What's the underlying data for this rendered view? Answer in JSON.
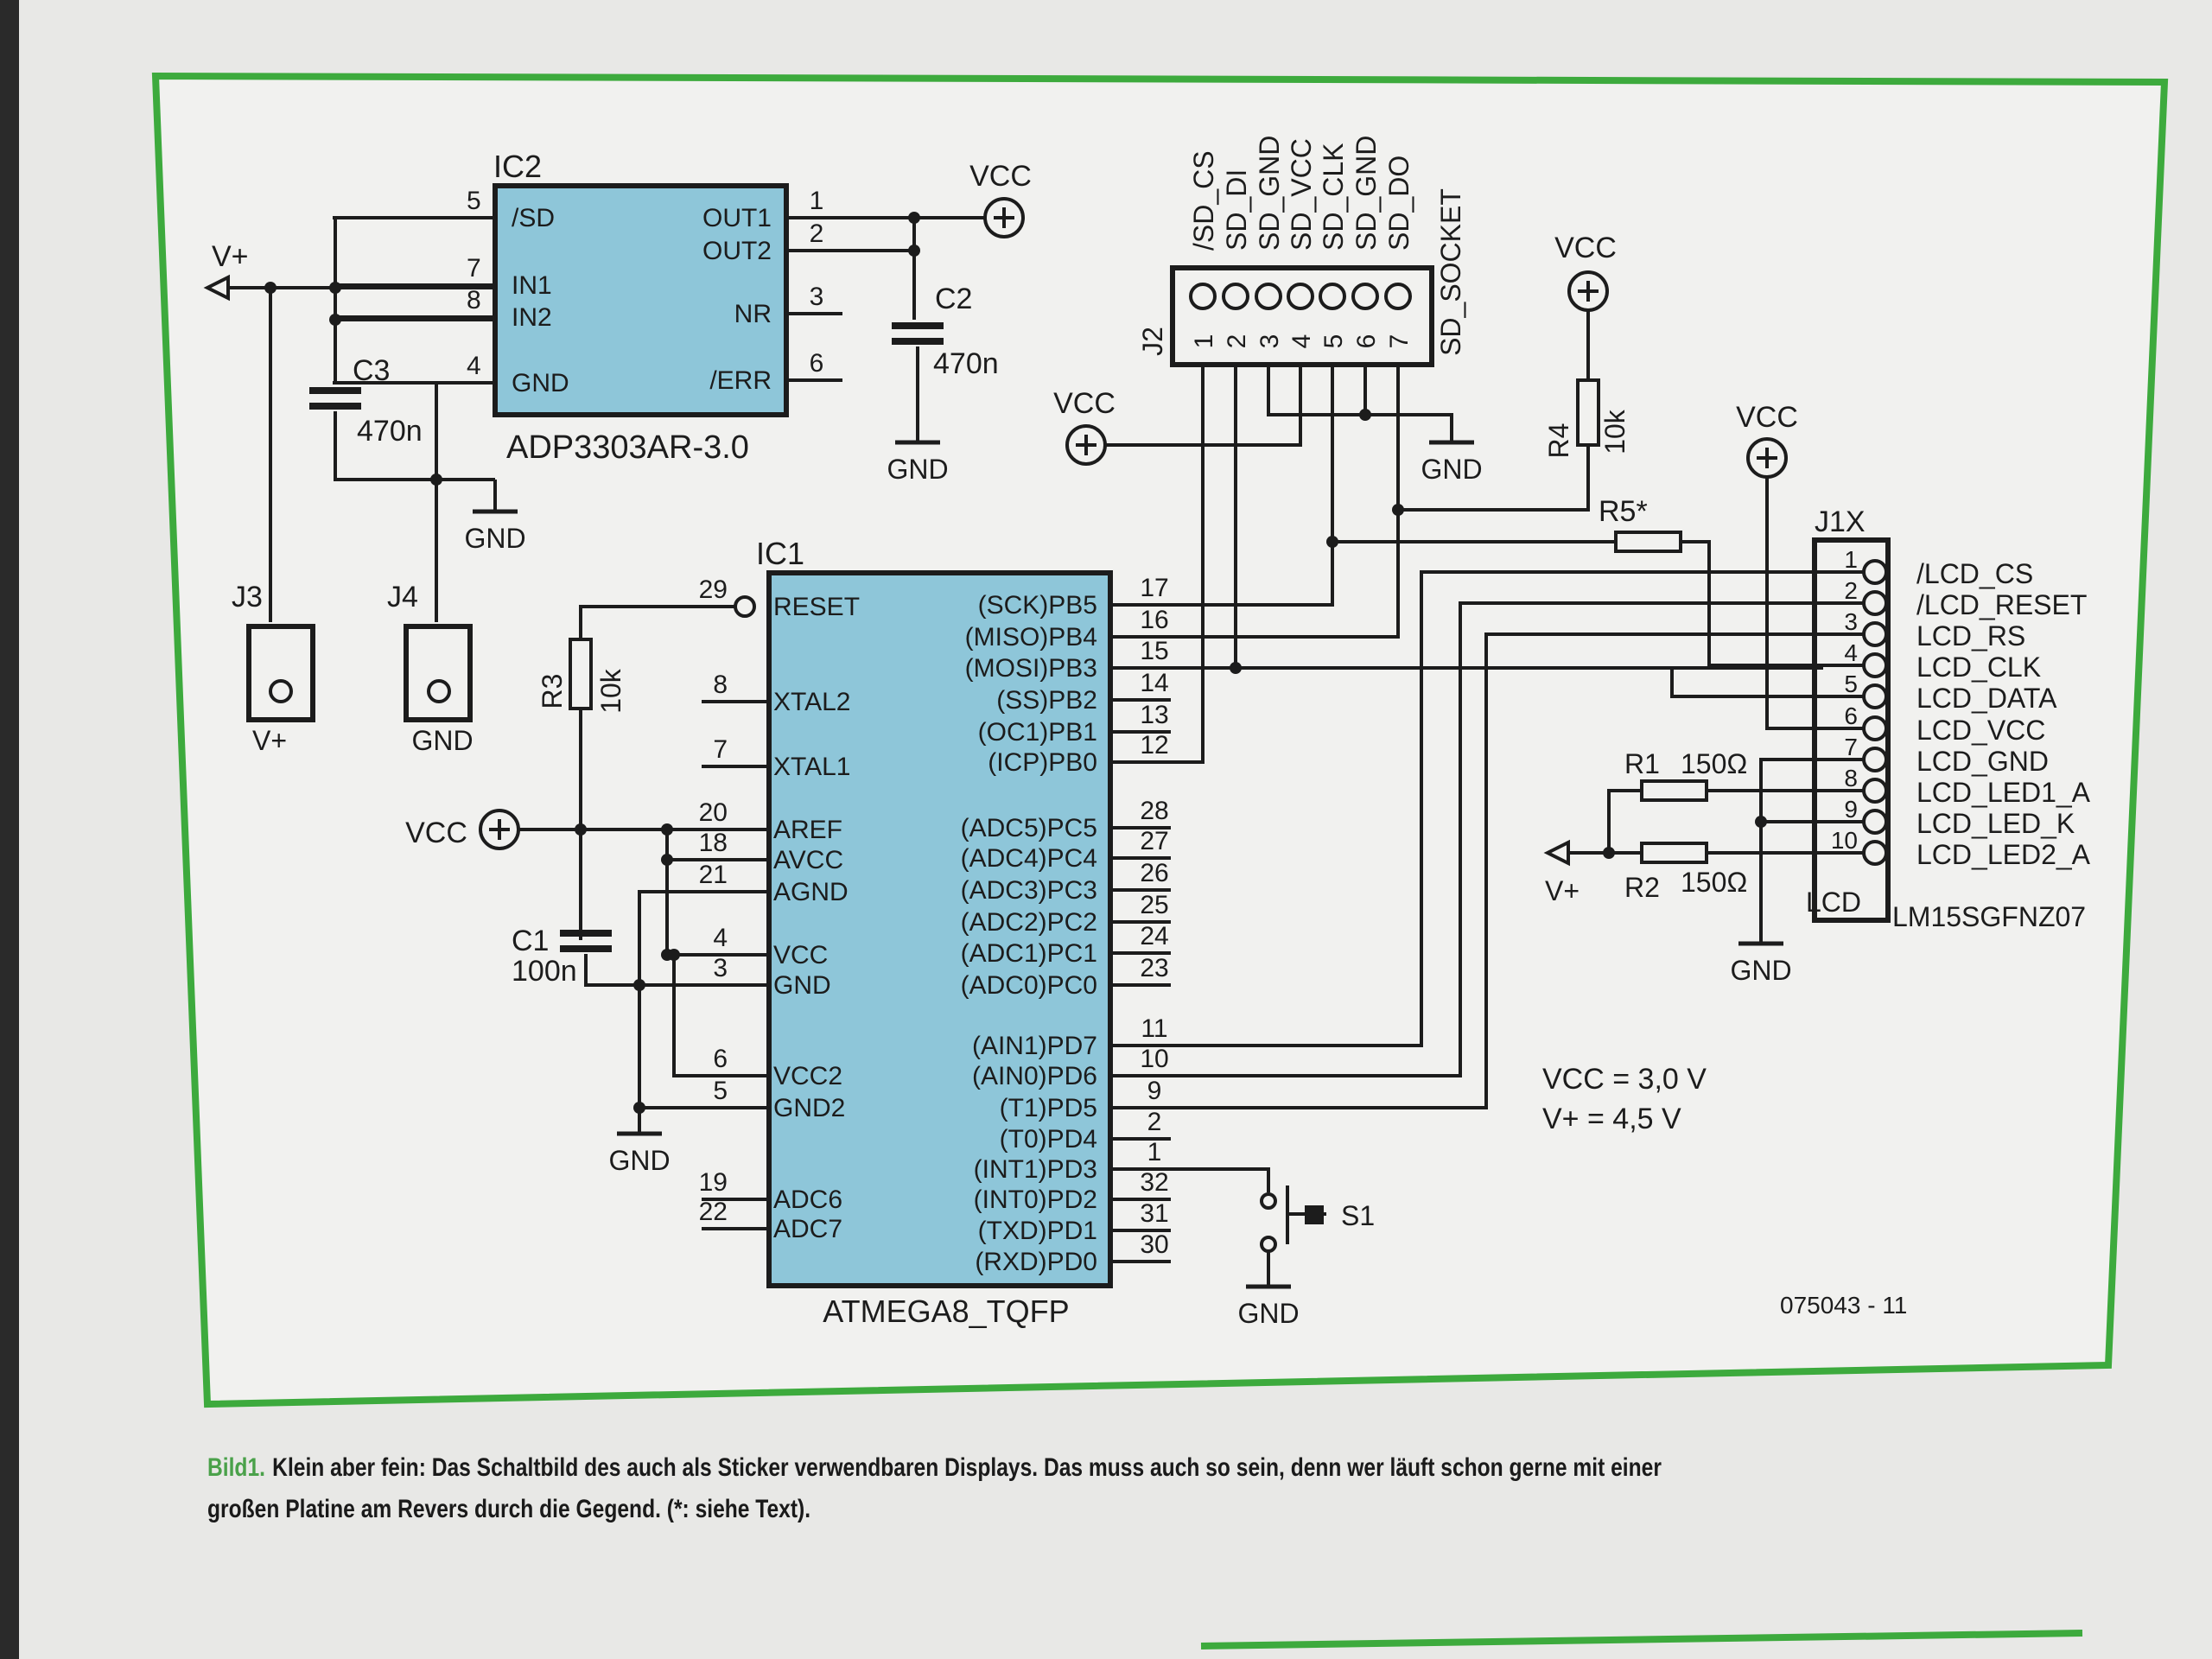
{
  "colors": {
    "frame": "#3daa3d",
    "ic_fill": "#8ec6d9",
    "wire": "#1c1c1c",
    "background": "#e8e8e6"
  },
  "ic2": {
    "ref": "IC2",
    "part": "ADP3303AR-3.0",
    "left_pins": [
      {
        "num": "5",
        "name": "/SD"
      },
      {
        "num": "7",
        "name": "IN1"
      },
      {
        "num": "8",
        "name": "IN2"
      },
      {
        "num": "4",
        "name": "GND"
      }
    ],
    "right_pins": [
      {
        "num": "1",
        "name": "OUT1"
      },
      {
        "num": "2",
        "name": "OUT2"
      },
      {
        "num": "3",
        "name": "NR"
      },
      {
        "num": "6",
        "name": "/ERR"
      }
    ]
  },
  "ic1": {
    "ref": "IC1",
    "part": "ATMEGA8_TQFP",
    "left_pins": [
      {
        "num": "29",
        "name": "RESET"
      },
      {
        "num": "8",
        "name": "XTAL2"
      },
      {
        "num": "7",
        "name": "XTAL1"
      },
      {
        "num": "20",
        "name": "AREF"
      },
      {
        "num": "18",
        "name": "AVCC"
      },
      {
        "num": "21",
        "name": "AGND"
      },
      {
        "num": "4",
        "name": "VCC"
      },
      {
        "num": "3",
        "name": "GND"
      },
      {
        "num": "6",
        "name": "VCC2"
      },
      {
        "num": "5",
        "name": "GND2"
      },
      {
        "num": "19",
        "name": "ADC6"
      },
      {
        "num": "22",
        "name": "ADC7"
      }
    ],
    "right_pins": [
      {
        "num": "17",
        "name": "(SCK)PB5"
      },
      {
        "num": "16",
        "name": "(MISO)PB4"
      },
      {
        "num": "15",
        "name": "(MOSI)PB3"
      },
      {
        "num": "14",
        "name": "(SS)PB2"
      },
      {
        "num": "13",
        "name": "(OC1)PB1"
      },
      {
        "num": "12",
        "name": "(ICP)PB0"
      },
      {
        "num": "28",
        "name": "(ADC5)PC5"
      },
      {
        "num": "27",
        "name": "(ADC4)PC4"
      },
      {
        "num": "26",
        "name": "(ADC3)PC3"
      },
      {
        "num": "25",
        "name": "(ADC2)PC2"
      },
      {
        "num": "24",
        "name": "(ADC1)PC1"
      },
      {
        "num": "23",
        "name": "(ADC0)PC0"
      },
      {
        "num": "11",
        "name": "(AIN1)PD7"
      },
      {
        "num": "10",
        "name": "(AIN0)PD6"
      },
      {
        "num": "9",
        "name": "(T1)PD5"
      },
      {
        "num": "2",
        "name": "(T0)PD4"
      },
      {
        "num": "1",
        "name": "(INT1)PD3"
      },
      {
        "num": "32",
        "name": "(INT0)PD2"
      },
      {
        "num": "31",
        "name": "(TXD)PD1"
      },
      {
        "num": "30",
        "name": "(RXD)PD0"
      }
    ]
  },
  "j2": {
    "ref": "J2",
    "name": "SD_SOCKET",
    "pins": [
      {
        "num": "1",
        "name": "/SD_CS"
      },
      {
        "num": "2",
        "name": "SD_DI"
      },
      {
        "num": "3",
        "name": "SD_GND"
      },
      {
        "num": "4",
        "name": "SD_VCC"
      },
      {
        "num": "5",
        "name": "SD_CLK"
      },
      {
        "num": "6",
        "name": "SD_GND"
      },
      {
        "num": "7",
        "name": "SD_DO"
      }
    ]
  },
  "j1x": {
    "ref": "J1X",
    "type": "LCD",
    "part": "LM15SGFNZ07",
    "pins": [
      {
        "num": "1",
        "name": "/LCD_CS"
      },
      {
        "num": "2",
        "name": "/LCD_RESET"
      },
      {
        "num": "3",
        "name": "LCD_RS"
      },
      {
        "num": "4",
        "name": "LCD_CLK"
      },
      {
        "num": "5",
        "name": "LCD_DATA"
      },
      {
        "num": "6",
        "name": "LCD_VCC"
      },
      {
        "num": "7",
        "name": "LCD_GND"
      },
      {
        "num": "8",
        "name": "LCD_LED1_A"
      },
      {
        "num": "9",
        "name": "LCD_LED_K"
      },
      {
        "num": "10",
        "name": "LCD_LED2_A"
      }
    ]
  },
  "components": {
    "c1": {
      "ref": "C1",
      "value": "100n"
    },
    "c2": {
      "ref": "C2",
      "value": "470n"
    },
    "c3": {
      "ref": "C3",
      "value": "470n"
    },
    "r1": {
      "ref": "R1",
      "value": "150Ω"
    },
    "r2": {
      "ref": "R2",
      "value": "150Ω"
    },
    "r3": {
      "ref": "R3",
      "value": "10k"
    },
    "r4": {
      "ref": "R4",
      "value": "10k"
    },
    "r5": {
      "ref": "R5*"
    },
    "s1": {
      "ref": "S1"
    },
    "j3": {
      "ref": "J3",
      "label": "V+"
    },
    "j4": {
      "ref": "J4",
      "label": "GND"
    }
  },
  "nets": {
    "vcc": "VCC",
    "vplus": "V+",
    "gnd": "GND"
  },
  "notes": {
    "vcc_value": "VCC = 3,0 V",
    "vplus_value": "V+ = 4,5 V",
    "drawing_number": "075043 - 11"
  },
  "caption": {
    "figure_label": "Bild1.",
    "text": "Klein aber fein: Das Schaltbild des auch als Sticker verwendbaren Displays. Das muss auch so sein, denn wer läuft schon gerne mit einer großen Platine am Revers durch die Gegend. (*: siehe Text)."
  }
}
